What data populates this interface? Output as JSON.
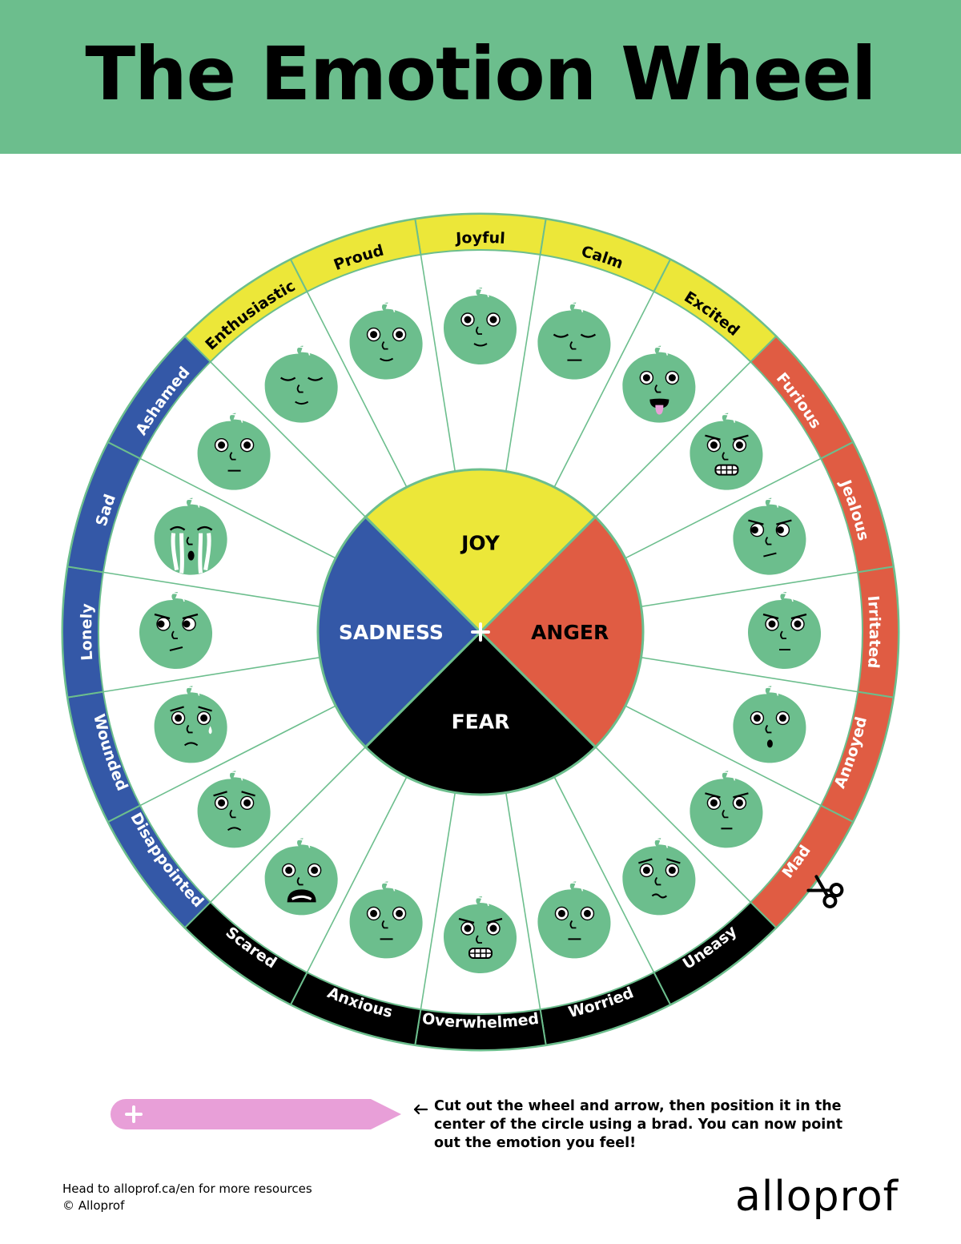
{
  "title": "The Emotion Wheel",
  "colors": {
    "header": "#6cbe8d",
    "joy": "#ece739",
    "anger": "#e05c43",
    "fear": "#000000",
    "sadness": "#3458a7",
    "face": "#6cbe8d",
    "arrow": "#e89fd8"
  },
  "core_emotions": {
    "joy": "JOY",
    "anger": "ANGER",
    "fear": "FEAR",
    "sadness": "SADNESS"
  },
  "emotions": [
    {
      "label": "Joyful",
      "group": "joy",
      "face": "smile"
    },
    {
      "label": "Calm",
      "group": "joy",
      "face": "calm"
    },
    {
      "label": "Excited",
      "group": "joy",
      "face": "tongue"
    },
    {
      "label": "Furious",
      "group": "anger",
      "face": "teeth"
    },
    {
      "label": "Jealous",
      "group": "anger",
      "face": "sideeye"
    },
    {
      "label": "Irritated",
      "group": "anger",
      "face": "frown"
    },
    {
      "label": "Annoyed",
      "group": "anger",
      "face": "o-mouth"
    },
    {
      "label": "Mad",
      "group": "anger",
      "face": "frown"
    },
    {
      "label": "Uneasy",
      "group": "fear",
      "face": "wavy"
    },
    {
      "label": "Worried",
      "group": "fear",
      "face": "flat"
    },
    {
      "label": "Overwhelmed",
      "group": "fear",
      "face": "teeth"
    },
    {
      "label": "Anxious",
      "group": "fear",
      "face": "flat"
    },
    {
      "label": "Scared",
      "group": "fear",
      "face": "scream"
    },
    {
      "label": "Disappointed",
      "group": "sadness",
      "face": "sad"
    },
    {
      "label": "Wounded",
      "group": "sadness",
      "face": "tear"
    },
    {
      "label": "Lonely",
      "group": "sadness",
      "face": "sideeye"
    },
    {
      "label": "Sad",
      "group": "sadness",
      "face": "crying"
    },
    {
      "label": "Ashamed",
      "group": "sadness",
      "face": "flat"
    },
    {
      "label": "Enthusiastic",
      "group": "joy",
      "face": "happy-closed"
    },
    {
      "label": "Proud",
      "group": "joy",
      "face": "smile"
    }
  ],
  "instructions": "Cut out the wheel and arrow, then position it in the center of the circle using a brad. You can now point out the emotion you feel!",
  "footer": {
    "line1": "Head to alloprof.ca/en for more resources",
    "line2": "© Alloprof"
  },
  "logo": "alloprof"
}
